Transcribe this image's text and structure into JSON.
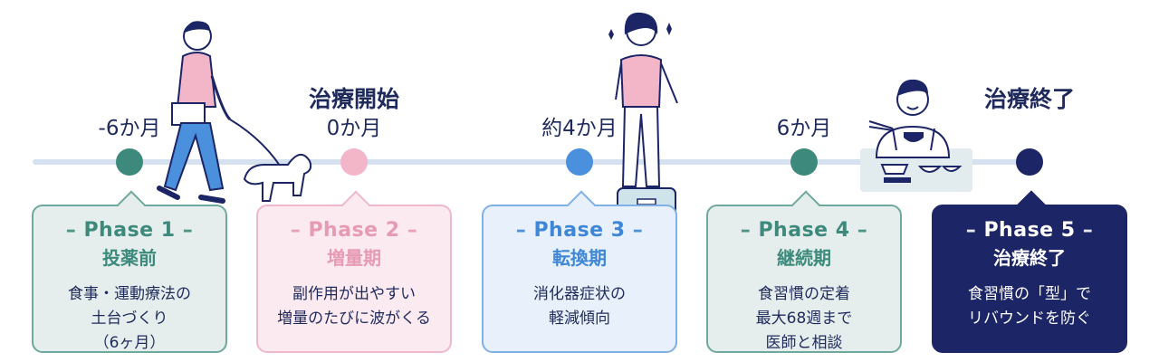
{
  "timeline": {
    "milestones": [
      {
        "time": "-6か月"
      },
      {
        "time": "0か月",
        "title": "治療開始"
      },
      {
        "time": "約4か月"
      },
      {
        "time": "6か月"
      },
      {
        "time": "",
        "title": "治療終了"
      }
    ]
  },
  "phases": [
    {
      "phase": "Phase 1",
      "name": "投薬前",
      "desc": [
        "食事・運動療法の",
        "土台づくり",
        "（6ヶ月）"
      ],
      "accent": "#3d8a7c",
      "fill": "#e5eeec",
      "border": "#6fa99e"
    },
    {
      "phase": "Phase 2",
      "name": "増量期",
      "desc": [
        "副作用が出やすい",
        "増量のたびに波がくる"
      ],
      "accent": "#e79ab3",
      "fill": "#fbeaf0",
      "border": "#f0b8c9"
    },
    {
      "phase": "Phase 3",
      "name": "転換期",
      "desc": [
        "消化器症状の",
        "軽減傾向"
      ],
      "accent": "#3f87d6",
      "fill": "#e8f1fb",
      "border": "#7fb0e6"
    },
    {
      "phase": "Phase 4",
      "name": "継続期",
      "desc": [
        "食習慣の定着",
        "最大68週まで",
        "医師と相談"
      ],
      "accent": "#3d8a7c",
      "fill": "#e5eeec",
      "border": "#6fa99e"
    },
    {
      "phase": "Phase 5",
      "name": "治療終了",
      "desc": [
        "食習慣の「型」で",
        "リバウンドを防ぐ"
      ],
      "accent": "#ffffff",
      "fill": "#1c2565",
      "border": "#1c2565"
    }
  ],
  "colors": {
    "navy": "#1c2565",
    "timeline": "#d5e1ef",
    "dot1": "#3d8a7c",
    "dot2": "#f3b5c8",
    "dot3": "#4a90dc",
    "dot4": "#3d8a7c",
    "dot5": "#1c2565"
  },
  "illustrations": [
    "person-walking-dog-icon",
    "woman-on-scale-icon",
    "man-eating-meal-icon"
  ]
}
